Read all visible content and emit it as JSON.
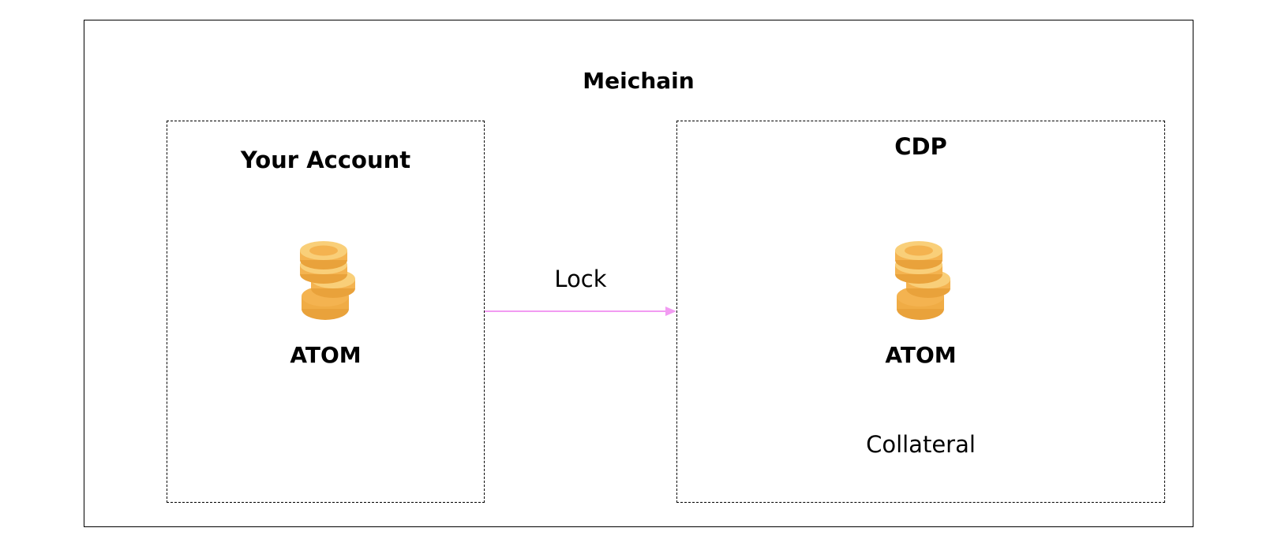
{
  "diagram": {
    "title": "Meichain",
    "source_box": {
      "title": "Your Account",
      "asset_label": "ATOM",
      "icon": "coin-stack-icon"
    },
    "target_box": {
      "title": "CDP",
      "asset_label": "ATOM",
      "sub_label": "Collateral",
      "icon": "coin-stack-icon"
    },
    "arrow": {
      "label": "Lock",
      "color": "#f29bf2"
    },
    "colors": {
      "coin_light": "#f9cf79",
      "coin_mid": "#f4b350",
      "coin_dark": "#e9a23b"
    }
  }
}
